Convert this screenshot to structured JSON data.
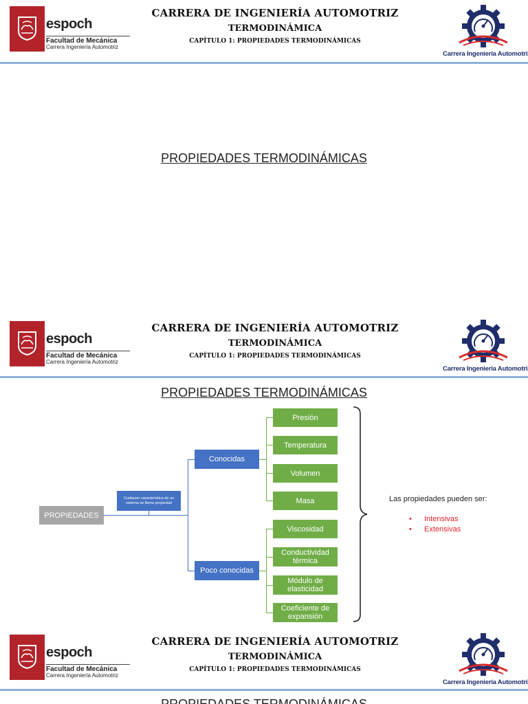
{
  "header": {
    "brand": "espoch",
    "brand_sub1": "Facultad de Mecánica",
    "brand_sub2": "Carrera Ingeniería Automotriz",
    "title": "CARRERA DE INGENIERÍA AUTOMOTRIZ",
    "subtitle": "TERMODINÁMICA",
    "chapter": "CAPÍTULO 1: PROPIEDADES TERMODINÁMICAS",
    "right_logo_caption": "Carrera Ingeniería Automotriz"
  },
  "slides": [
    {
      "title": "PROPIEDADES TERMODINÁMICAS"
    },
    {
      "title": "PROPIEDADES TERMODINÁMICAS",
      "root": "PROPIEDADES",
      "definition": "Cualquier característica de un sistema se llama propiedad",
      "branches": [
        {
          "label": "Conocidas",
          "items": [
            "Presión",
            "Temperatura",
            "Volumen",
            "Masa"
          ]
        },
        {
          "label": "Poco conocidas",
          "items": [
            "Viscosidad",
            "Conductividad térmica",
            "Módulo de elasticidad",
            "Coeficiente de expansión"
          ]
        }
      ],
      "note": "Las propiedades pueden ser:",
      "types": [
        "Intensivas",
        "Extensivas"
      ],
      "bullet": "•"
    },
    {
      "title": "PROPIEDADES TERMODINÁMICAS"
    }
  ],
  "colors": {
    "accent_red": "#b3232a",
    "header_line": "#8eb2d8",
    "node_blue": "#4472c4",
    "node_green": "#70ad47",
    "node_gray": "#a6a6a6",
    "list_red": "#e8202a"
  }
}
